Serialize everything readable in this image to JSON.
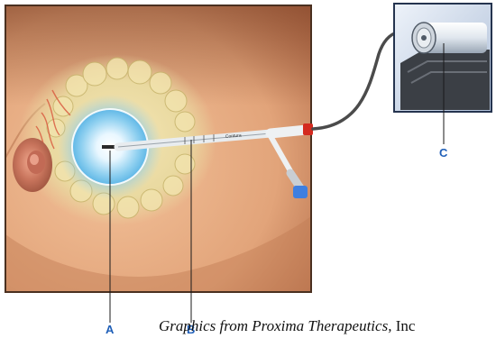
{
  "callouts": [
    {
      "letter": "A",
      "target": "balloon-center"
    },
    {
      "letter": "B",
      "target": "catheter-shaft"
    },
    {
      "letter": "C",
      "target": "afterloader-port"
    }
  ],
  "credit": {
    "italic": "Graphics from Proxima Therapeutics,",
    "plain": "Inc"
  },
  "catheter_marking": "Contura",
  "colors": {
    "callout": "#1f5fb8",
    "skin": "#e7ad80",
    "balloon": "#5fb7e6",
    "connector_red": "#d42a1f",
    "device_panel": "#c9d6ea",
    "frame": "#4a3020"
  }
}
